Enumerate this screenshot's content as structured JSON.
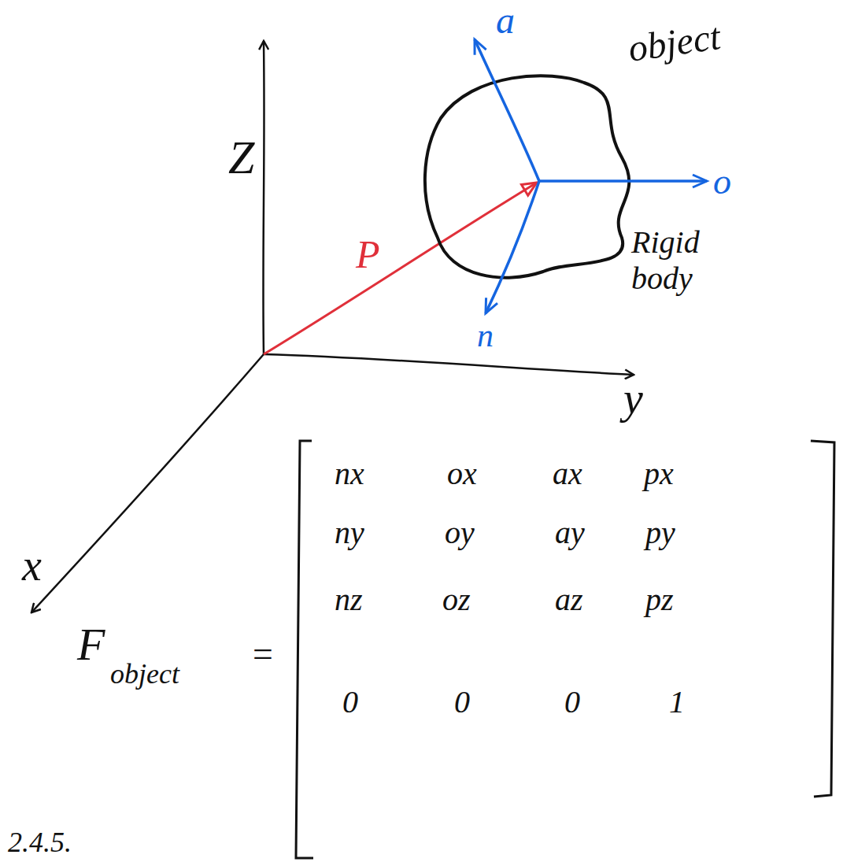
{
  "diagram": {
    "nodes": [
      {
        "text": [
          "object",
          "Rigid body"
        ]
      }
    ],
    "labels": [
      "Z",
      "a",
      "o",
      "P",
      "n",
      "y",
      "x",
      "nx",
      "ox",
      "ax",
      "px",
      "ny",
      "oy",
      "ay",
      "py",
      "nz",
      "oz",
      "az",
      "pz",
      "0",
      "0",
      "0",
      "1",
      "F",
      "object",
      "=",
      "2.4.5."
    ]
  }
}
